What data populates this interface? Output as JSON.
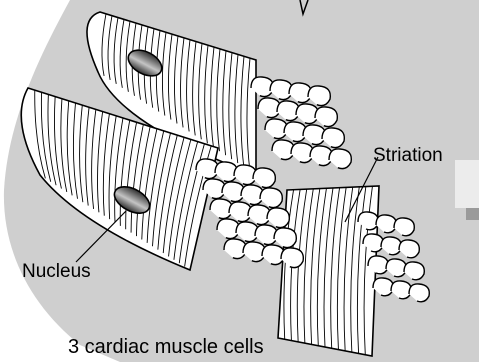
{
  "labels": {
    "striation": "Striation",
    "nucleus": "Nucleus",
    "caption": "3 cardiac muscle cells"
  },
  "colors": {
    "background_disc": "#cfcfcf",
    "cell_fill": "#ffffff",
    "outline": "#000000",
    "nucleus_dark": "#3a3a3a",
    "nucleus_light": "#bdbdbd",
    "side_box": "#e6e6e6"
  },
  "diagram": {
    "cell_count": 3
  }
}
